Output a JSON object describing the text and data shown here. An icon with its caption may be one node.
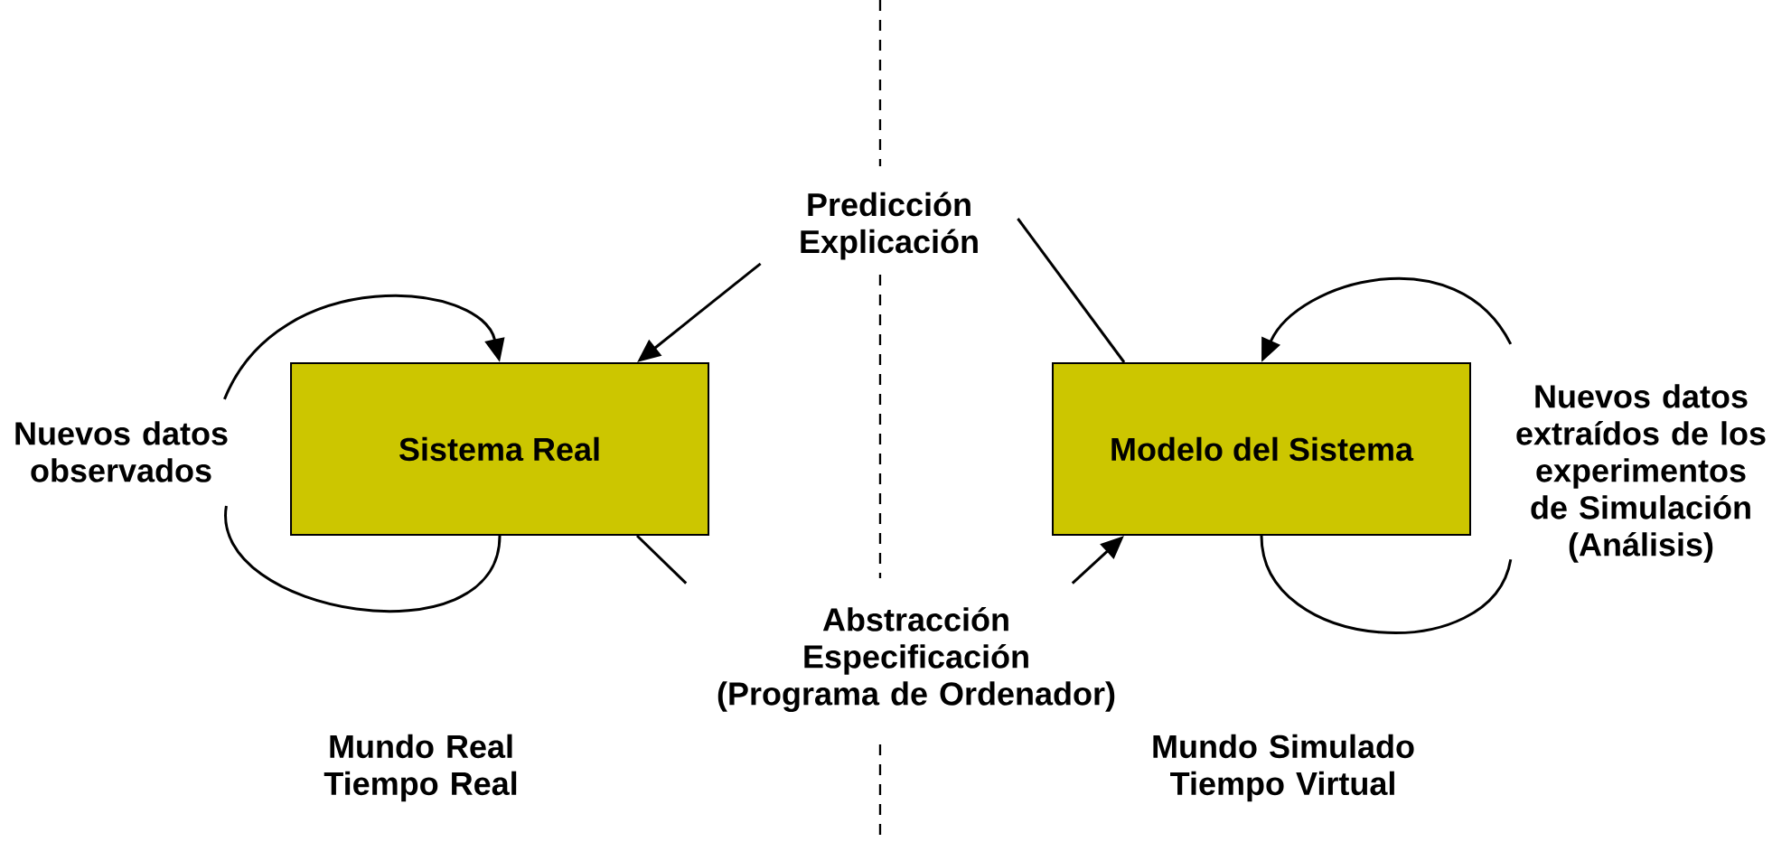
{
  "diagram": {
    "nodes": [
      {
        "text": [
          "Sistema Real"
        ]
      },
      {
        "text": [
          "Modelo del Sistema"
        ]
      },
      {
        "text": [
          "Predicción Explicación"
        ]
      },
      {
        "text": [
          "Abstracción Especificación (Programa de Ordenador)"
        ]
      },
      {
        "text": [
          "Nuevos datos observados"
        ]
      },
      {
        "text": [
          "Nuevos datos extraídos de los experimentos de Simulación (Análisis)"
        ]
      }
    ],
    "edges": [
      {
        "from": 1,
        "to": 2,
        "arrow": "none"
      },
      {
        "from": 2,
        "to": 0,
        "arrow": "to"
      },
      {
        "from": 0,
        "to": 3,
        "arrow": "none"
      },
      {
        "from": 3,
        "to": 1,
        "arrow": "to"
      },
      {
        "from": 0,
        "to": 4,
        "arrow": "none"
      },
      {
        "from": 4,
        "to": 0,
        "arrow": "to"
      },
      {
        "from": 1,
        "to": 5,
        "arrow": "none"
      },
      {
        "from": 5,
        "to": 1,
        "arrow": "to"
      }
    ],
    "labels": [
      "Mundo Real Tiempo Real",
      "Mundo Simulado Tiempo Virtual"
    ]
  }
}
